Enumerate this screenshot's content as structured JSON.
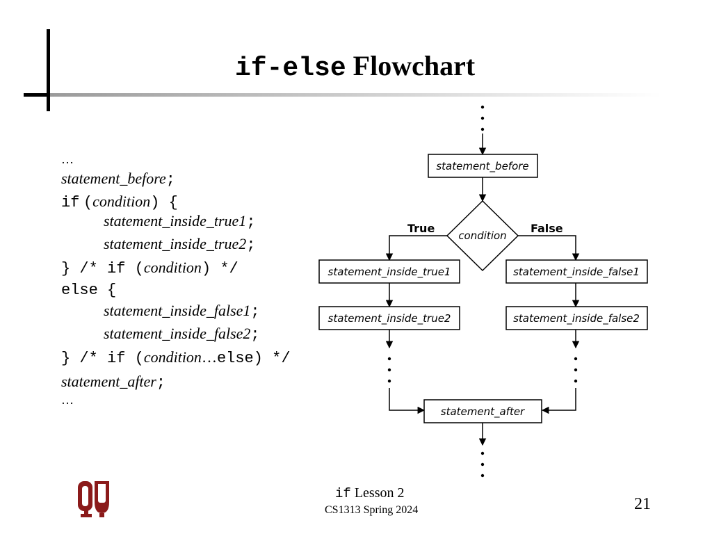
{
  "slide": {
    "title_code": "if-else",
    "title_text": "Flowchart",
    "footer": {
      "lesson_keyword": "if",
      "lesson_label": "Lesson 2",
      "course": "CS1313 Spring 2024",
      "page_number": "21"
    },
    "logo": "university-logo",
    "accent_colors": {
      "logo": "#8b1a1a",
      "rule": "#000000"
    }
  },
  "code": {
    "ellipsis_top": "…",
    "statement_before": "statement_before",
    "semicolon": ";",
    "if_keyword": "if",
    "open_paren": "(",
    "condition": "condition",
    "close_paren_brace": ") {",
    "true1": "statement_inside_true1",
    "true2": "statement_inside_true2",
    "close_brace_comment": "} /* if (",
    "comment_close": ") */",
    "else_line": "else {",
    "false1": "statement_inside_false1",
    "false2": "statement_inside_false2",
    "end_comment_open": "} /* if (",
    "end_comment_ellipsis": "…",
    "end_comment_close": "else) */",
    "statement_after": "statement_after",
    "ellipsis_bottom": "…"
  },
  "flowchart": {
    "statement_before": "statement_before",
    "condition": "condition",
    "true_label": "True",
    "false_label": "False",
    "true1": "statement_inside_true1",
    "true2": "statement_inside_true2",
    "false1": "statement_inside_false1",
    "false2": "statement_inside_false2",
    "statement_after": "statement_after"
  }
}
